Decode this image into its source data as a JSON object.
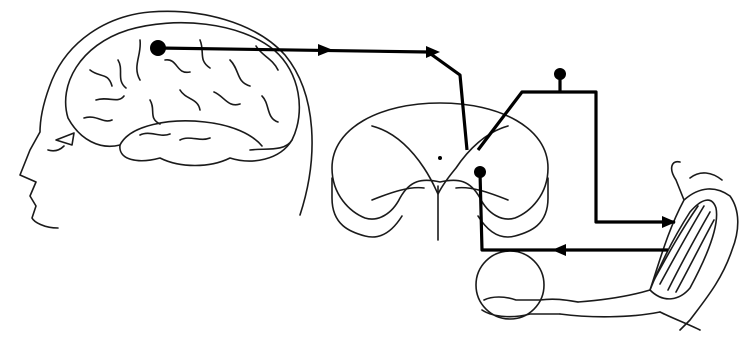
{
  "diagram": {
    "colors": {
      "line": "#000000",
      "outline": "#1a1a1a",
      "background": "#ffffff"
    },
    "icons": [
      "head-profile",
      "brain",
      "spinal-cord-cross-section",
      "arm-holding-ball",
      "neuron-cell-body",
      "arrowhead"
    ]
  }
}
